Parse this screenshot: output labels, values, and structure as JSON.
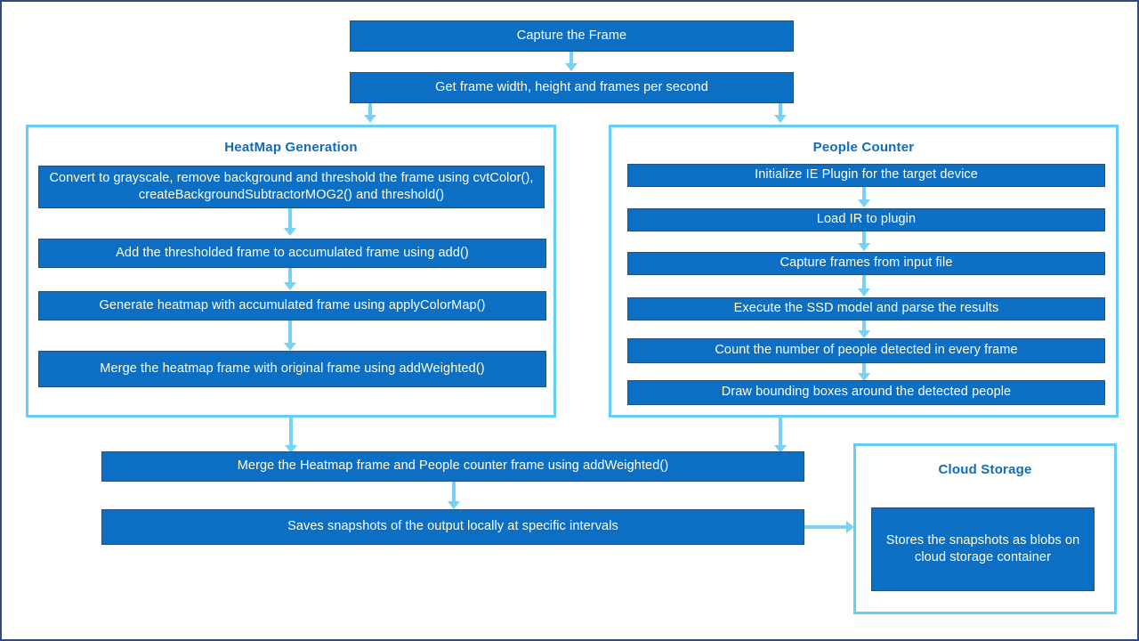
{
  "diagram": {
    "title": "Video analytics pipeline flowchart",
    "colors": {
      "box_fill": "#0c6fc4",
      "box_border": "#28507e",
      "box_text": "#ffffff",
      "group_border": "#63cdf6",
      "group_title_text": "#0f6cbd",
      "arrow": "#78d2f7",
      "canvas_border": "#2d4f7c",
      "background": "#ffffff"
    },
    "top_steps": [
      {
        "id": "capture-the-frame",
        "label": "Capture the Frame"
      },
      {
        "id": "get-frame-properties",
        "label": "Get frame width, height and frames per second"
      }
    ],
    "groups": [
      {
        "id": "heatmap-generation",
        "title": "HeatMap Generation",
        "steps": [
          {
            "id": "convert-grayscale",
            "label": "Convert to grayscale, remove background and threshold the frame using cvtColor(), createBackgroundSubtractorMOG2() and threshold()"
          },
          {
            "id": "add-thresholded-frame",
            "label": "Add the thresholded frame to accumulated frame using add()"
          },
          {
            "id": "generate-heatmap",
            "label": "Generate heatmap with accumulated frame using applyColorMap()"
          },
          {
            "id": "merge-heatmap-original",
            "label": "Merge the heatmap frame with original frame using addWeighted()"
          }
        ]
      },
      {
        "id": "people-counter",
        "title": "People Counter",
        "steps": [
          {
            "id": "initialize-ie-plugin",
            "label": "Initialize IE Plugin for the target device"
          },
          {
            "id": "load-ir-to-plugin",
            "label": "Load IR to plugin"
          },
          {
            "id": "capture-frames-input",
            "label": "Capture frames from input file"
          },
          {
            "id": "execute-ssd-model",
            "label": "Execute the SSD model and parse the results"
          },
          {
            "id": "count-people",
            "label": "Count the number of people detected in every frame"
          },
          {
            "id": "draw-bounding-boxes",
            "label": "Draw bounding boxes around the detected people"
          }
        ]
      },
      {
        "id": "cloud-storage",
        "title": "Cloud Storage",
        "steps": [
          {
            "id": "store-snapshots-blobs",
            "label": "Stores the snapshots as blobs on cloud storage container"
          }
        ]
      }
    ],
    "bottom_steps": [
      {
        "id": "merge-heatmap-people",
        "label": "Merge the Heatmap frame and People counter frame using addWeighted()"
      },
      {
        "id": "save-snapshots",
        "label": "Saves snapshots of the output locally at specific intervals"
      }
    ]
  }
}
